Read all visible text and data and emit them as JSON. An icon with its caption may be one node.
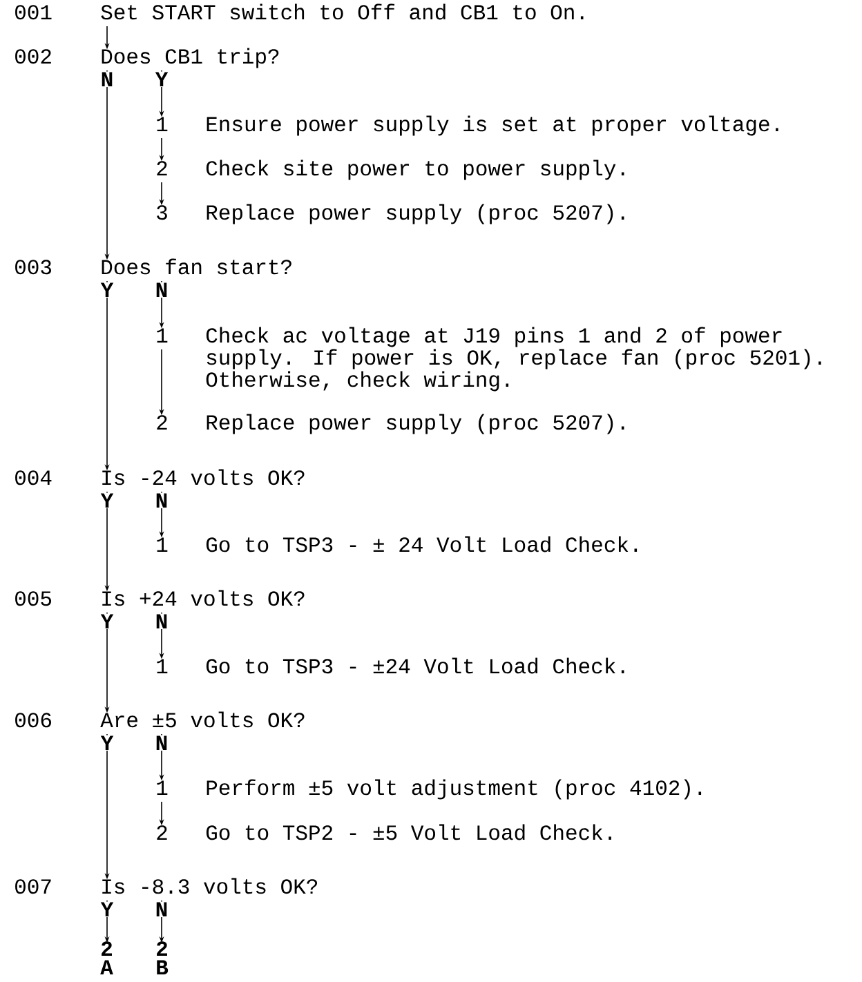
{
  "diagram": {
    "nodes": [
      {
        "text": [
          "Set START switch to Off and CB1 to On."
        ],
        "beside": [
          "001"
        ]
      },
      {
        "text": [
          "Does CB1 trip?"
        ],
        "beside": [
          "002"
        ]
      },
      {
        "text": [
          "1",
          "Ensure power supply is set at proper voltage."
        ]
      },
      {
        "text": [
          "2",
          "Check site power to power supply."
        ]
      },
      {
        "text": [
          "3",
          "Replace power supply (proc 5207)."
        ]
      },
      {
        "text": [
          "Does fan start?"
        ],
        "beside": [
          "003"
        ]
      },
      {
        "text": [
          "1",
          "Check ac voltage at J19 pins 1 and 2 of power supply. If power is OK, replace fan (proc 5201). Otherwise, check wiring."
        ]
      },
      {
        "text": [
          "2",
          "Replace power supply (proc 5207)."
        ]
      },
      {
        "text": [
          "Is -24 volts OK?"
        ],
        "beside": [
          "004"
        ]
      },
      {
        "text": [
          "1",
          "Go to TSP3 - ± 24 Volt Load Check."
        ]
      },
      {
        "text": [
          "Is +24 volts OK?"
        ],
        "beside": [
          "005"
        ]
      },
      {
        "text": [
          "1",
          "Go to TSP3 - ±24 Volt Load Check."
        ]
      },
      {
        "text": [
          "Are ±5 volts OK?"
        ],
        "beside": [
          "006"
        ]
      },
      {
        "text": [
          "1",
          "Perform ±5 volt adjustment (proc 4102)."
        ]
      },
      {
        "text": [
          "2",
          "Go to TSP2 - ±5 Volt Load Check."
        ]
      },
      {
        "text": [
          "Is -8.3 volts OK?"
        ],
        "beside": [
          "007"
        ]
      },
      {
        "text": [
          "2 A"
        ]
      },
      {
        "text": [
          "2 B"
        ]
      }
    ],
    "edges": [
      {
        "from": 0,
        "to": 1,
        "arrow": "to"
      },
      {
        "from": 1,
        "to": 5,
        "arrow": "to",
        "label": "N"
      },
      {
        "from": 1,
        "to": 2,
        "arrow": "to",
        "label": "Y"
      },
      {
        "from": 2,
        "to": 3,
        "arrow": "to"
      },
      {
        "from": 3,
        "to": 4,
        "arrow": "to"
      },
      {
        "from": 5,
        "to": 8,
        "arrow": "to",
        "label": "Y"
      },
      {
        "from": 5,
        "to": 6,
        "arrow": "to",
        "label": "N"
      },
      {
        "from": 6,
        "to": 7,
        "arrow": "to"
      },
      {
        "from": 8,
        "to": 10,
        "arrow": "to",
        "label": "Y"
      },
      {
        "from": 8,
        "to": 9,
        "arrow": "to",
        "label": "N"
      },
      {
        "from": 10,
        "to": 12,
        "arrow": "to",
        "label": "Y"
      },
      {
        "from": 10,
        "to": 11,
        "arrow": "to",
        "label": "N"
      },
      {
        "from": 12,
        "to": 15,
        "arrow": "to",
        "label": "Y"
      },
      {
        "from": 12,
        "to": 13,
        "arrow": "to",
        "label": "N"
      },
      {
        "from": 13,
        "to": 14,
        "arrow": "to"
      },
      {
        "from": 15,
        "to": 16,
        "arrow": "to",
        "label": "Y"
      },
      {
        "from": 15,
        "to": 17,
        "arrow": "to",
        "label": "N"
      }
    ]
  }
}
